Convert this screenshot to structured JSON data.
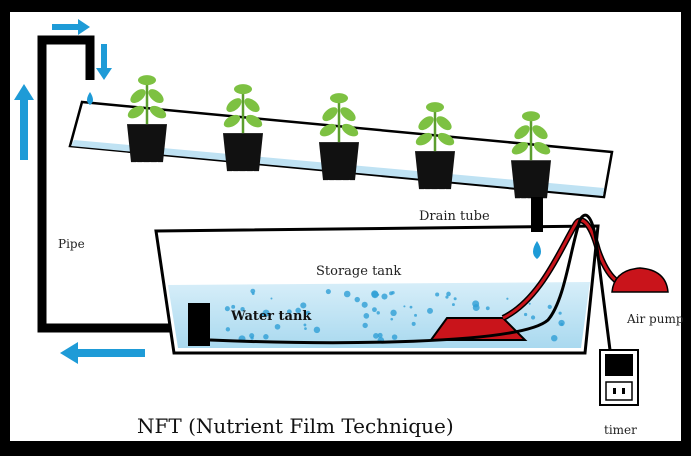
{
  "title": "NFT (Nutrient Film Technique)",
  "labels": {
    "pipe": "Pipe",
    "drain_tube": "Drain tube",
    "storage_tank": "Storage tank",
    "water_tank": "Water tank",
    "air_pump": "Air pump",
    "timer": "timer"
  },
  "plants": {
    "count": 5
  },
  "colors": {
    "frame": "#000000",
    "background": "#ffffff",
    "water": "#cfe8f4",
    "water_dark": "#9fd3ec",
    "arrow": "#1e9bd7",
    "air_pump": "#c9141b",
    "leaf": "#7dc142",
    "pot": "#111111"
  },
  "icons": [
    "arrow-up-icon",
    "arrow-right-icon",
    "arrow-down-icon",
    "arrow-left-icon",
    "water-drop-icon",
    "plant-icon",
    "power-outlet-icon"
  ]
}
